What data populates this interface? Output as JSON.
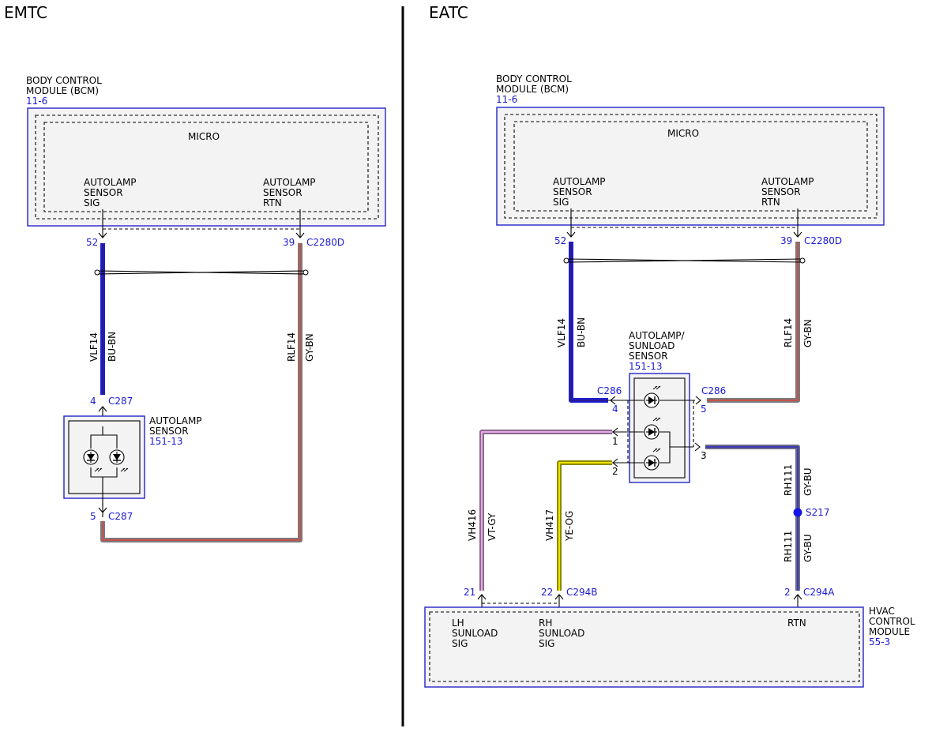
{
  "panels": {
    "left": {
      "title": "EMTC",
      "bcm": {
        "name_line1": "BODY CONTROL",
        "name_line2": "MODULE (BCM)",
        "ref": "11-6",
        "micro": "MICRO",
        "pin_sig": [
          "AUTOLAMP",
          "SENSOR",
          "SIG"
        ],
        "pin_rtn": [
          "AUTOLAMP",
          "SENSOR",
          "RTN"
        ],
        "pin_sig_num": "52",
        "pin_rtn_num": "39",
        "connector": "C2280D"
      },
      "wire_sig": {
        "circuit": "VLF14",
        "color": "BU-BN"
      },
      "wire_rtn": {
        "circuit": "RLF14",
        "color": "GY-BN"
      },
      "sensor": {
        "name_line1": "AUTOLAMP",
        "name_line2": "SENSOR",
        "ref": "151-13",
        "pin_top": "4",
        "pin_bottom": "5",
        "connector_top": "C287",
        "connector_bottom": "C287"
      }
    },
    "right": {
      "title": "EATC",
      "bcm": {
        "name_line1": "BODY CONTROL",
        "name_line2": "MODULE (BCM)",
        "ref": "11-6",
        "micro": "MICRO",
        "pin_sig": [
          "AUTOLAMP",
          "SENSOR",
          "SIG"
        ],
        "pin_rtn": [
          "AUTOLAMP",
          "SENSOR",
          "RTN"
        ],
        "pin_sig_num": "52",
        "pin_rtn_num": "39",
        "connector": "C2280D"
      },
      "wire_sig": {
        "circuit": "VLF14",
        "color": "BU-BN"
      },
      "wire_rtn": {
        "circuit": "RLF14",
        "color": "GY-BN"
      },
      "sensor": {
        "name_line1": "AUTOLAMP/",
        "name_line2": "SUNLOAD",
        "name_line3": "SENSOR",
        "ref": "151-13",
        "conn_left": "C286",
        "conn_right": "C286",
        "pin4": "4",
        "pin5": "5",
        "pin1": "1",
        "pin2": "2",
        "pin3": "3"
      },
      "wire_lh": {
        "circuit": "VH416",
        "color": "VT-GY"
      },
      "wire_rh": {
        "circuit": "VH417",
        "color": "YE-OG"
      },
      "wire_rtn2_upper": {
        "circuit": "RH111",
        "color": "GY-BU"
      },
      "wire_rtn2_lower": {
        "circuit": "RH111",
        "color": "GY-BU"
      },
      "splice": "S217",
      "hvac": {
        "name_line1": "HVAC",
        "name_line2": "CONTROL",
        "name_line3": "MODULE",
        "ref": "55-3",
        "pin_lh": [
          "LH",
          "SUNLOAD",
          "SIG"
        ],
        "pin_rh": [
          "RH",
          "SUNLOAD",
          "SIG"
        ],
        "pin_rtn": "RTN",
        "pin21": "21",
        "pin22": "22",
        "pin2": "2",
        "conn_b": "C294B",
        "conn_a": "C294A"
      }
    }
  },
  "colors": {
    "module_border": "#2323c8",
    "label_blue": "#1a1ad6",
    "wire_blue": "#1e1ed2",
    "wire_gray": "#7a7a7a",
    "wire_brown_stripe": "#c8504a",
    "wire_violet": "#d88ad8",
    "wire_yellow": "#f0e000",
    "wire_gray_blue": "#5a5aaa",
    "splice_dot": "#1414e6"
  }
}
